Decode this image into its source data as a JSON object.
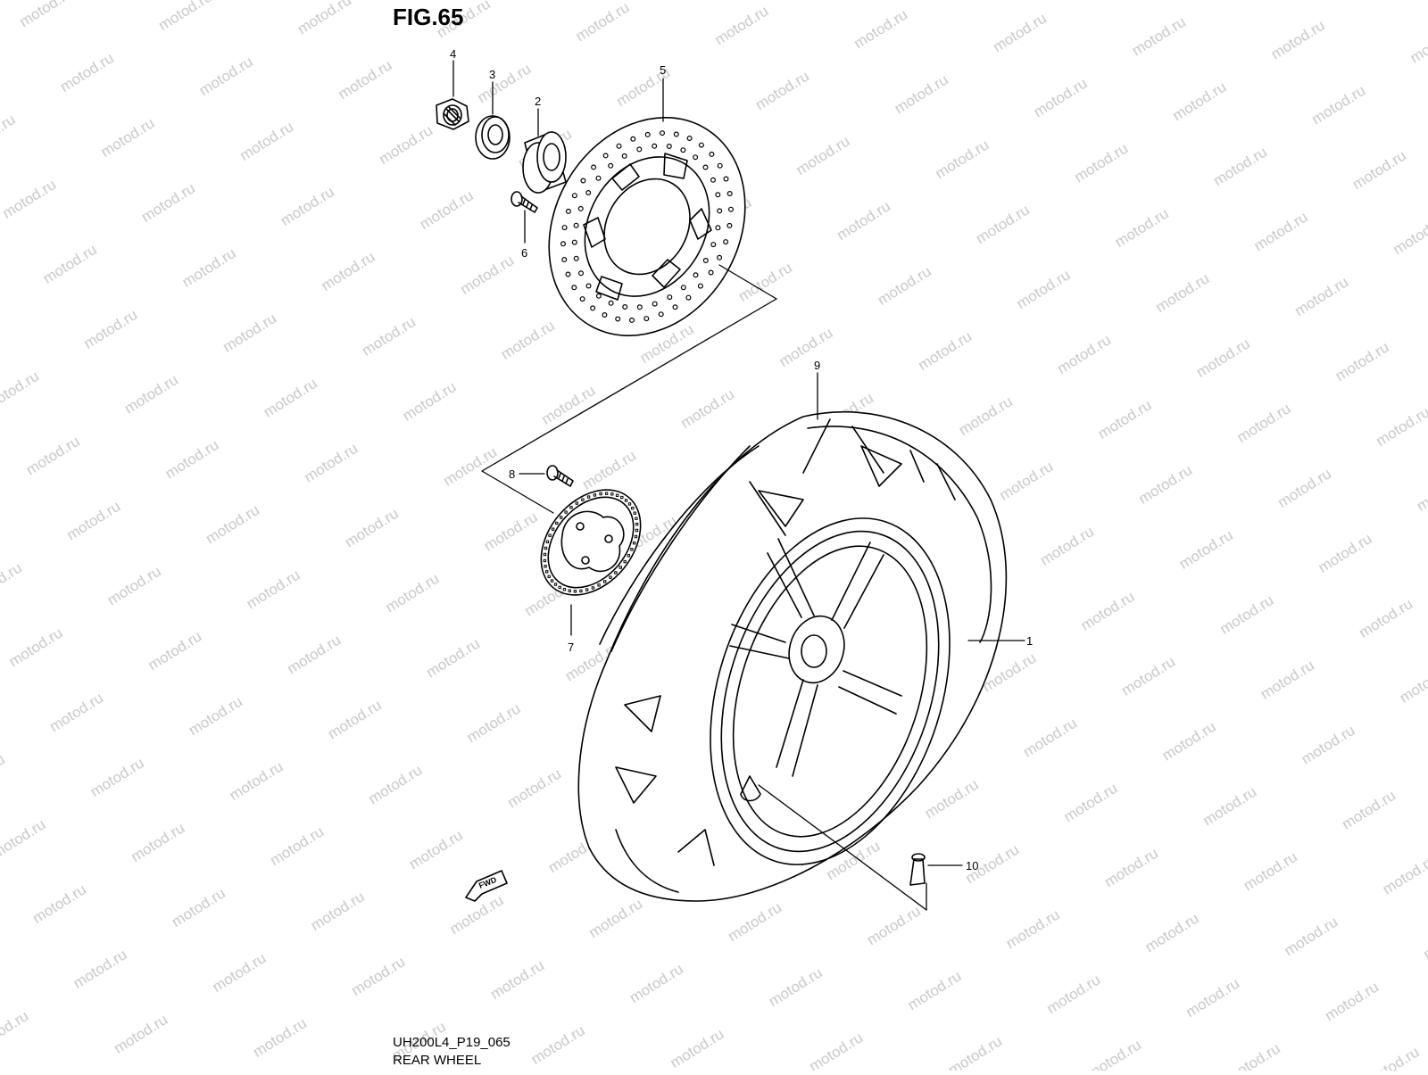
{
  "figure": {
    "title": "FIG.65",
    "code": "UH200L4_P19_065",
    "name": "REAR WHEEL",
    "fwd_label": "FWD"
  },
  "watermark": {
    "text": "motod.ru",
    "color": "#c8c8c8"
  },
  "parts": [
    {
      "number": "1",
      "icon": "wheel-tire-icon"
    },
    {
      "number": "2",
      "icon": "spacer-icon"
    },
    {
      "number": "3",
      "icon": "washer-icon"
    },
    {
      "number": "4",
      "icon": "nut-icon"
    },
    {
      "number": "5",
      "icon": "brake-disc-icon"
    },
    {
      "number": "6",
      "icon": "bolt-icon"
    },
    {
      "number": "7",
      "icon": "sensor-ring-icon"
    },
    {
      "number": "8",
      "icon": "bolt-icon"
    },
    {
      "number": "9",
      "icon": "tire-icon"
    },
    {
      "number": "10",
      "icon": "valve-icon"
    }
  ],
  "colors": {
    "line": "#000000",
    "background": "#ffffff"
  }
}
